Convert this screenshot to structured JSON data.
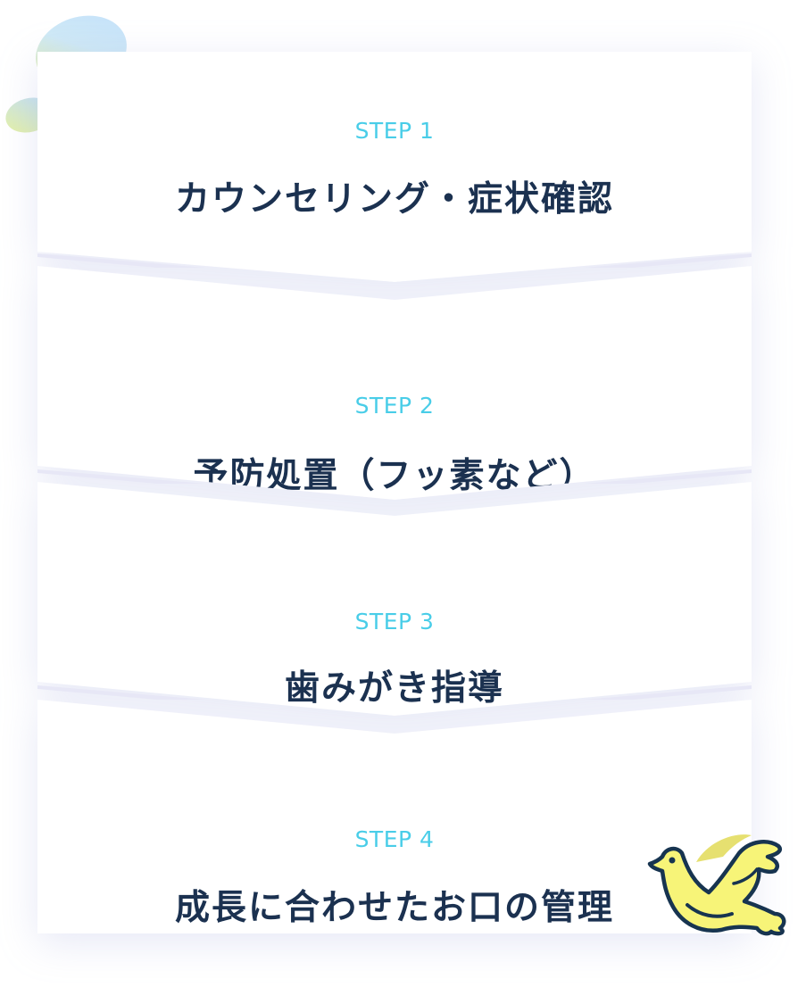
{
  "steps": [
    {
      "label": "STEP 1",
      "title": "カウンセリング・症状確認"
    },
    {
      "label": "STEP 2",
      "title": "予防処置（フッ素など）"
    },
    {
      "label": "STEP 3",
      "title": "歯みがき指導"
    },
    {
      "label": "STEP 4",
      "title": "成長に合わせたお口の管理"
    }
  ],
  "colors": {
    "step_label": "#49cde8",
    "step_title": "#1b3150",
    "bird_fill": "#f7f478",
    "bird_outline": "#173450",
    "bubble_blue": "#c9e6fb",
    "bubble_yellow": "#e4f0a0",
    "separator": "#e7e7f6"
  },
  "icons": [
    "bubble-decoration-icon",
    "bird-icon"
  ]
}
